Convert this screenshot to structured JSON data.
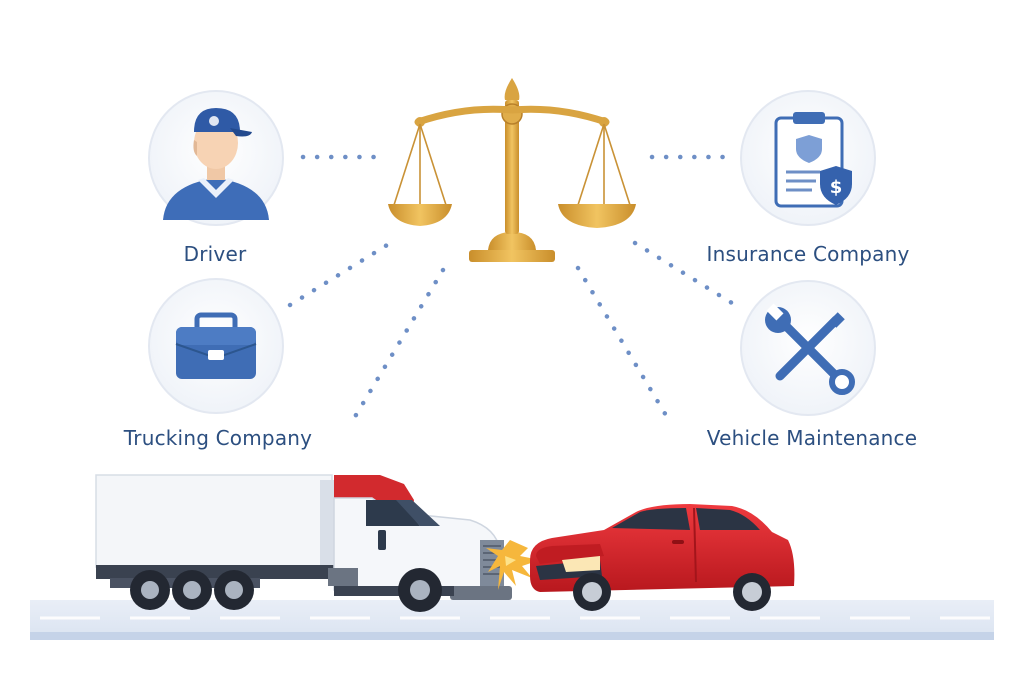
{
  "nodes": {
    "driver": {
      "label": "Driver",
      "icon": "driver-icon"
    },
    "insurance": {
      "label": "Insurance Company",
      "icon": "insurance-document-icon"
    },
    "trucking": {
      "label": "Trucking Company",
      "icon": "briefcase-icon"
    },
    "maintenance": {
      "label": "Vehicle Maintenance",
      "icon": "wrench-screwdriver-icon"
    }
  },
  "center": {
    "icon": "scales-of-justice-icon"
  },
  "scene": {
    "vehicles": [
      "semi-truck",
      "red-sedan"
    ],
    "event": "collision"
  },
  "colors": {
    "label_text": "#2c4f80",
    "icon_blue": "#3f6db5",
    "dots": "#6e8fc6",
    "gold": "#d9a441",
    "car_red": "#d8232a",
    "circle_bg": "#f4f6fa"
  }
}
